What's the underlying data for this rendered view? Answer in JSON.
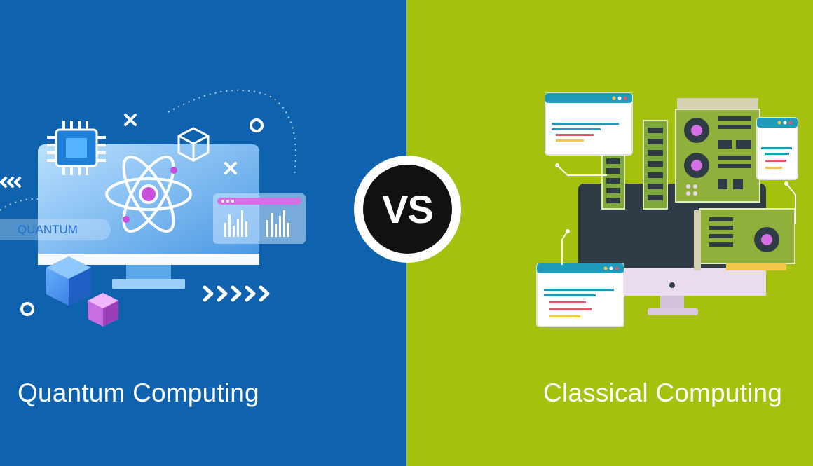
{
  "left": {
    "caption": "Quantum Computing",
    "tag_label": "QUANTUM",
    "background": "#0f63ae",
    "accent": "#c84fdc"
  },
  "right": {
    "caption": "Classical Computing",
    "background": "#a5c10d",
    "board_color": "#8fb03a"
  },
  "badge": {
    "text": "VS"
  },
  "icons": [
    "cpu-chip-icon",
    "atom-icon",
    "cube-icon",
    "close-icon",
    "circle-icon",
    "chevrons-right-icon",
    "chevrons-left-icon",
    "bar-chart-icon",
    "circuit-board-icon",
    "fan-icon",
    "ram-stick-icon",
    "code-window-icon",
    "monitor-icon"
  ]
}
